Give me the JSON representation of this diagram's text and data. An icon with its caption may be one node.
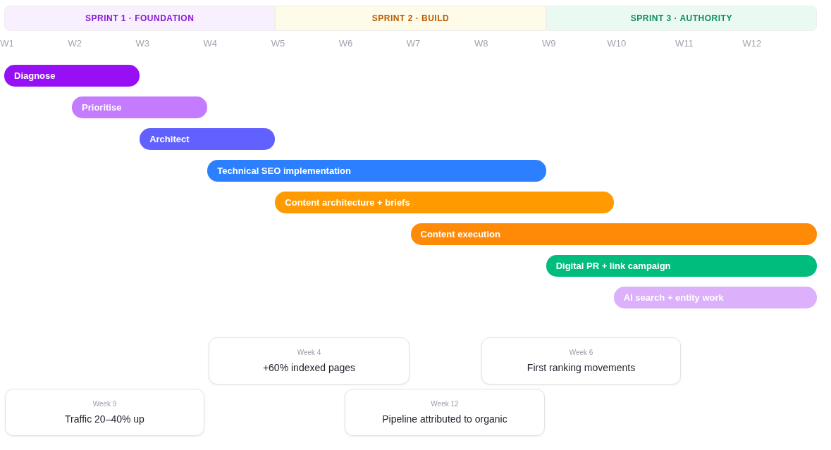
{
  "diagram": {
    "nodes": [
      {
        "text": [
          "SPRINT 1 · FOUNDATION"
        ]
      },
      {
        "text": [
          "SPRINT 2 · BUILD"
        ]
      },
      {
        "text": [
          "SPRINT 3 · AUTHORITY"
        ]
      },
      {
        "text": [
          "Diagnose"
        ]
      },
      {
        "text": [
          "Prioritise"
        ]
      },
      {
        "text": [
          "Architect"
        ]
      },
      {
        "text": [
          "Technical SEO implementation"
        ]
      },
      {
        "text": [
          "Content architecture + briefs"
        ]
      },
      {
        "text": [
          "Content execution"
        ]
      },
      {
        "text": [
          "Digital PR + link campaign"
        ]
      },
      {
        "text": [
          "AI search + entity work"
        ]
      },
      {
        "text": [
          "Week 4",
          "+60% indexed pages"
        ]
      },
      {
        "text": [
          "Week 6",
          "First ranking movements"
        ]
      },
      {
        "text": [
          "Week 9",
          "Traffic 20–40% up"
        ]
      },
      {
        "text": [
          "Week 12",
          "Pipeline attributed to organic"
        ]
      }
    ],
    "edges": [],
    "labels": [
      "W1",
      "W2",
      "W3",
      "W4",
      "W5",
      "W6",
      "W7",
      "W8",
      "W9",
      "W10",
      "W11",
      "W12"
    ]
  }
}
